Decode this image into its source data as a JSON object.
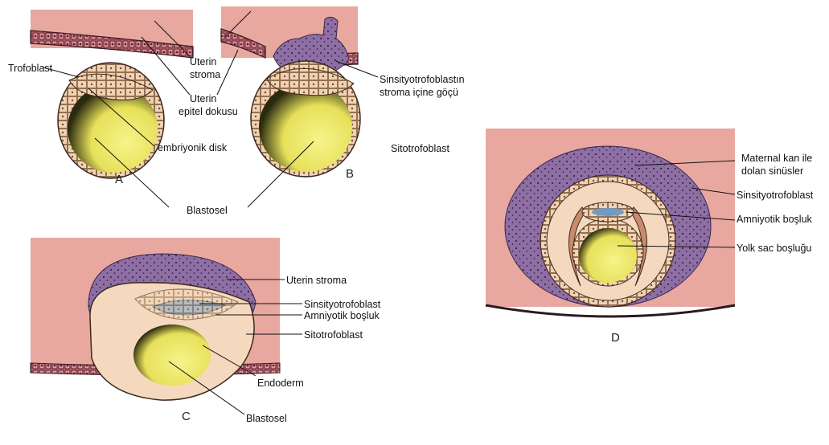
{
  "panels": {
    "a": {
      "letter": "A"
    },
    "b": {
      "letter": "B"
    },
    "c": {
      "letter": "C"
    },
    "d": {
      "letter": "D"
    }
  },
  "labels": {
    "trofoblast": "Trofoblast",
    "uterin_stroma_1": "Uterin",
    "uterin_stroma_2": "stroma",
    "uterin_epitel_1": "Uterin",
    "uterin_epitel_2": "epitel dokusu",
    "embriyonik_disk": "embriyonik disk",
    "blastosel_ab": "Blastosel",
    "sinsityo_goc_1": "Sinsityotrofoblastın",
    "sinsityo_goc_2": "stroma içine göçü",
    "sitotrofoblast_b": "Sitotrofoblast",
    "c_uterin_stroma": "Uterin stroma",
    "c_sinsityo": "Sinsityotrofoblast",
    "c_amniyotik": "Amniyotik boşluk",
    "c_sitotrofoblast": "Sitotrofoblast",
    "c_endoderm": "Endoderm",
    "c_blastosel": "Blastosel",
    "d_maternal_1": "Maternal kan ile",
    "d_maternal_2": "dolan sinüsler",
    "d_sinsityo": "Sinsityotrofoblast",
    "d_amniyotik": "Amniyotik boşluk",
    "d_yolk": "Yolk sac boşluğu"
  },
  "colors": {
    "stroma": "#E8A8A0",
    "epithelium": "#7a2e3a",
    "syncytio": "#8a6a9e",
    "cyto": "#F2D6B8",
    "yolk": "#F2EE6E",
    "amnion": "#6F9BC8",
    "outline": "#3a2a20"
  }
}
